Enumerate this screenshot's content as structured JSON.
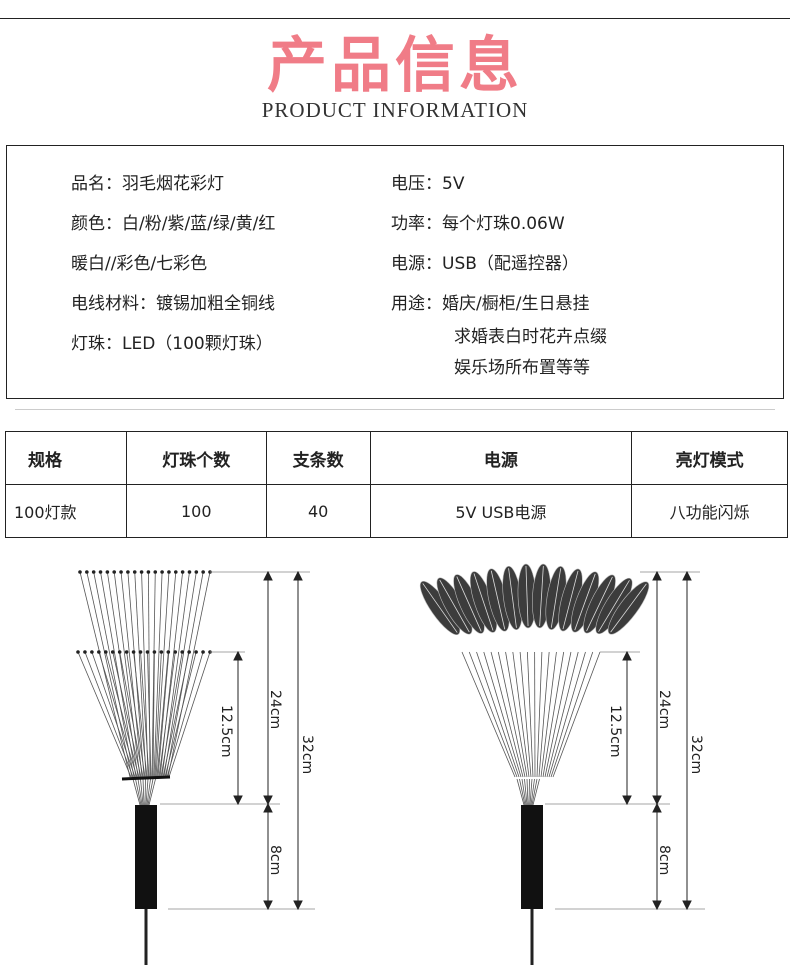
{
  "header": {
    "title_cn": "产品信息",
    "title_en": "PRODUCT INFORMATION"
  },
  "info": {
    "left": [
      "品名：羽毛烟花彩灯",
      "颜色：白/粉/紫/蓝/绿/黄/红",
      "暖白//彩色/七彩色",
      "电线材料：镀锡加粗全铜线",
      "灯珠：LED（100颗灯珠）"
    ],
    "right": [
      "电压：5V",
      "功率：每个灯珠0.06W",
      "电源：USB（配遥控器）",
      "用途：婚庆/橱柜/生日悬挂"
    ],
    "right_cont": [
      "求婚表白时花卉点缀",
      "娱乐场所布置等等"
    ]
  },
  "spec_table": {
    "headers": [
      "规格",
      "灯珠个数",
      "支条数",
      "电源",
      "亮灯模式"
    ],
    "rows": [
      [
        "100灯款",
        "100",
        "40",
        "5V USB电源",
        "八功能闪烁"
      ]
    ]
  },
  "dimensions": {
    "label_24": "24cm",
    "label_12_5": "12.5cm",
    "label_32": "32cm",
    "label_8": "8cm"
  },
  "colors": {
    "title_pink": "#f07c87",
    "feather": "#3c3c3c"
  }
}
